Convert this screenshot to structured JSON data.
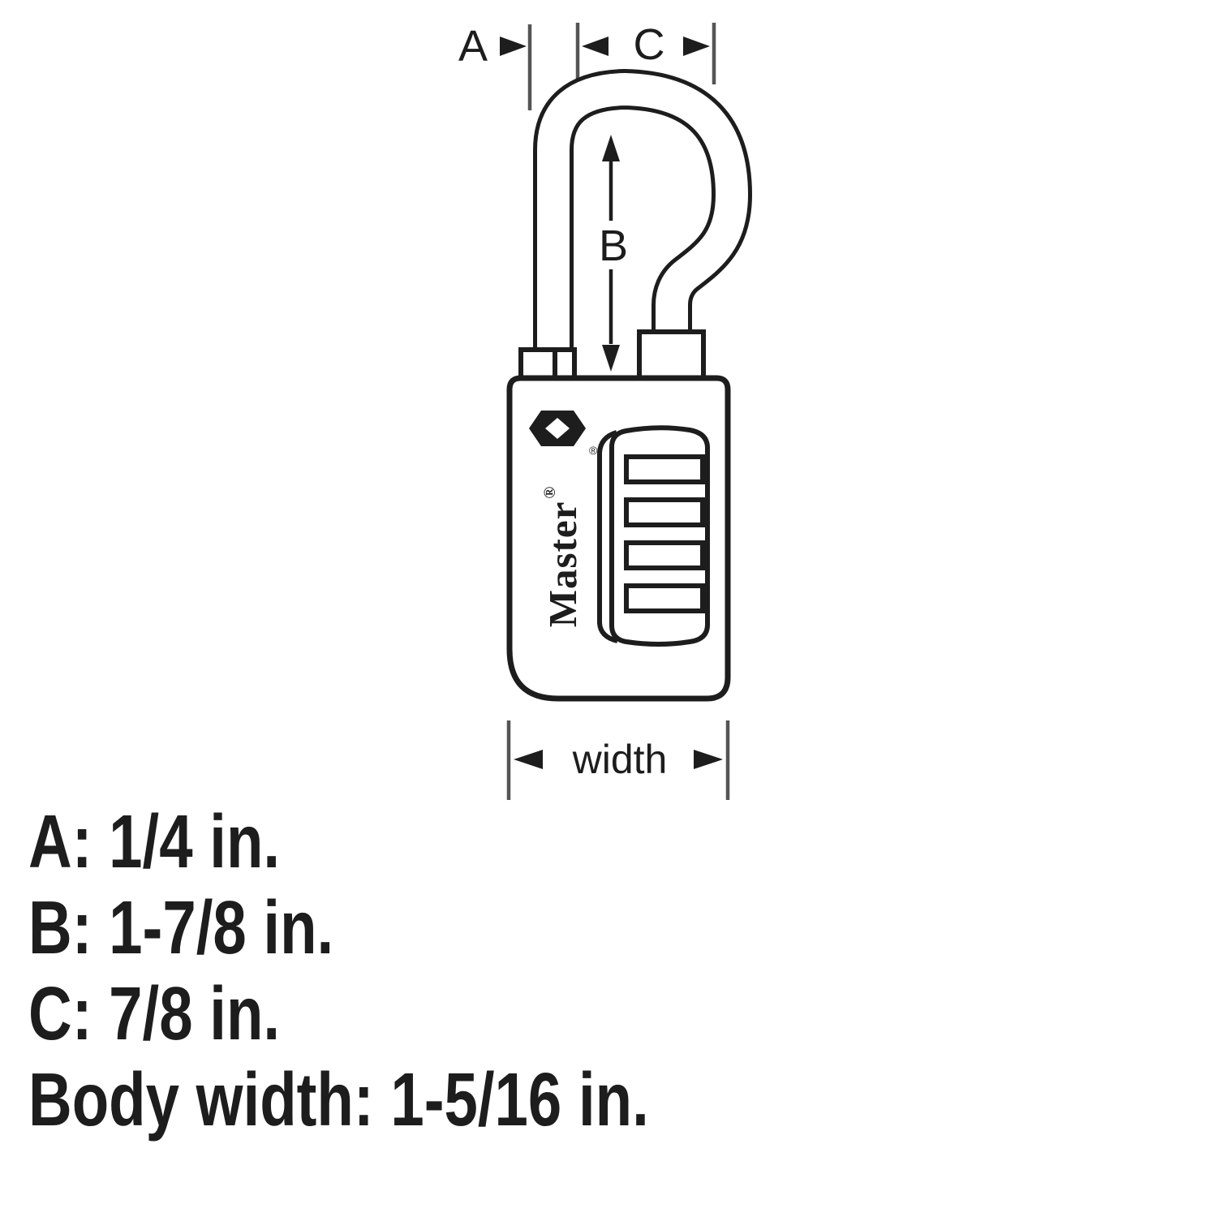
{
  "diagram": {
    "dim_a_label": "A",
    "dim_b_label": "B",
    "dim_c_label": "C",
    "width_label": "width",
    "brand_name": "Master",
    "brand_registered": "®",
    "logo_registered": "®"
  },
  "specs": {
    "lines": [
      {
        "text": "A: 1/4 in."
      },
      {
        "text": "B: 1-7/8 in."
      },
      {
        "text": "C: 7/8 in."
      },
      {
        "text": "Body width: 1-5/16 in."
      }
    ]
  },
  "colors": {
    "ink": "#1d1d1d",
    "tick": "#555555",
    "paper": "#ffffff"
  }
}
